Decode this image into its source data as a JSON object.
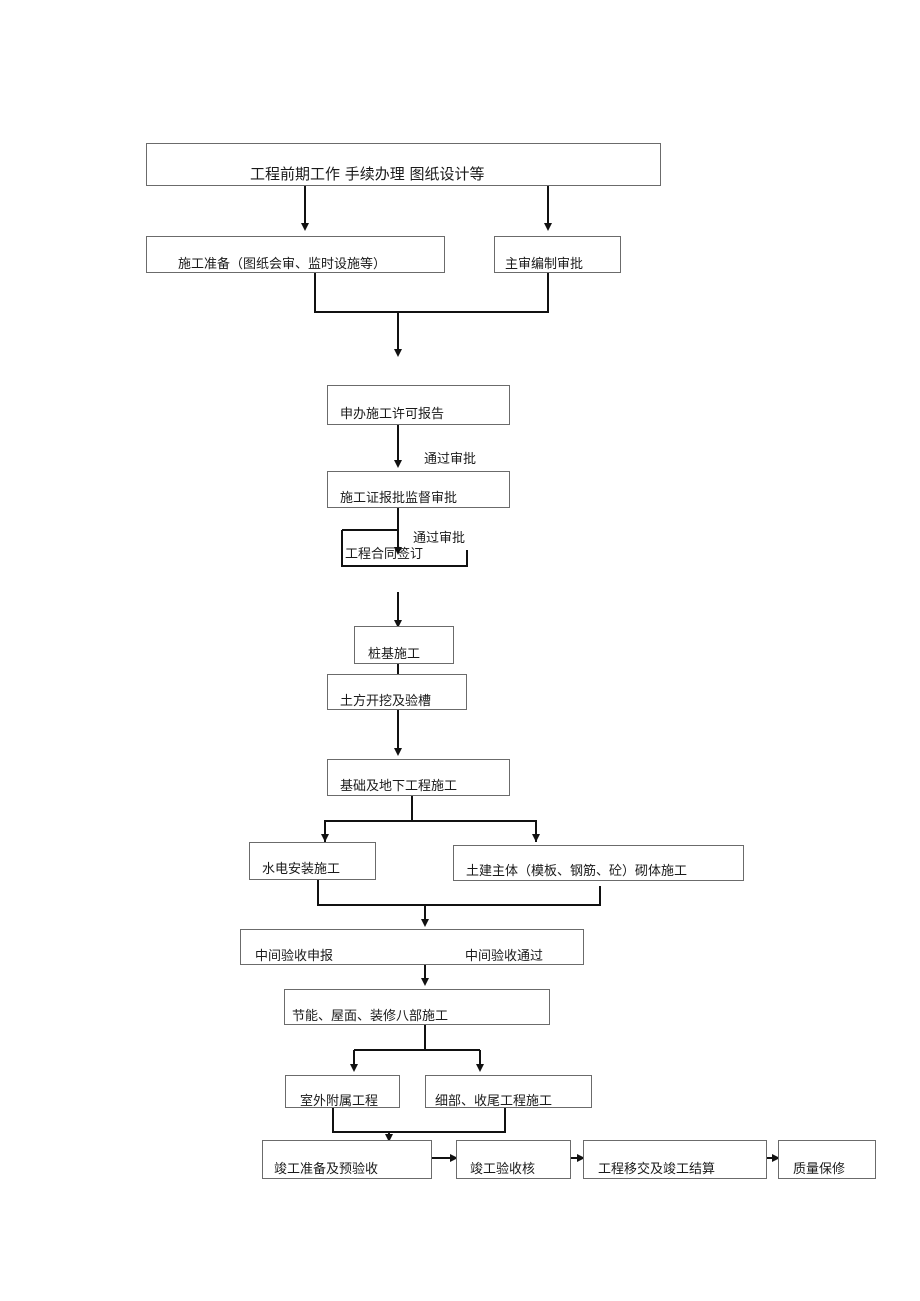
{
  "flowchart": {
    "top": "工程前期工作 手续办理 图纸设计等",
    "prep": "施工准备（图纸会审、监时设施等）",
    "budget": "主审编制审批",
    "report": "申办施工许可报告",
    "permit": "施工证报批监督审批",
    "pass1": "通过审批",
    "pass2": "通过审批",
    "contract": "工程合同签订",
    "pile": "桩基施工",
    "acceptance": "土方开挖及验槽",
    "foundation": "基础及地下工程施工",
    "install": "水电安装施工",
    "structure": "土建主体（模板、钢筋、砼）砌体施工",
    "midcheck_left": "中间验收申报",
    "midcheck_right": "中间验收通过",
    "finish": "节能、屋面、装修八部施工",
    "utilities": "室外附属工程",
    "site": "细部、收尾工程施工",
    "completion": "竣工准备及预验收",
    "final_accept": "竣工验收核",
    "handover": "工程移交及竣工结算",
    "warranty": "质量保修"
  }
}
